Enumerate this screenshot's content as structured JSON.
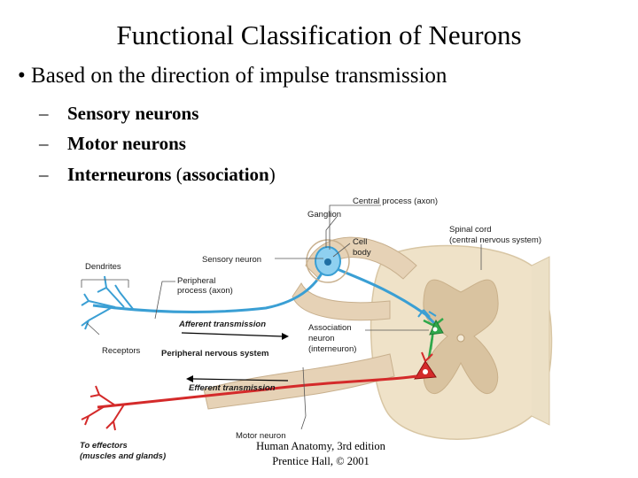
{
  "title": "Functional Classification of Neurons",
  "bullet": "Based on the direction of impulse transmission",
  "subitems": {
    "sensory": "Sensory neurons",
    "motor": "Motor neurons",
    "inter": "Interneurons",
    "inter_paren": "(association)"
  },
  "labels": {
    "central_process": "Central process (axon)",
    "ganglion": "Ganglion",
    "spinal_cord_1": "Spinal cord",
    "spinal_cord_2": "(central nervous system)",
    "cell_body_1": "Cell",
    "cell_body_2": "body",
    "dendrites": "Dendrites",
    "sensory_neuron": "Sensory neuron",
    "peripheral_1": "Peripheral",
    "peripheral_2": "process (axon)",
    "afferent": "Afferent transmission",
    "association_1": "Association",
    "association_2": "neuron",
    "association_3": "(interneuron)",
    "receptors": "Receptors",
    "pns": "Peripheral nervous system",
    "efferent": "Efferent transmission",
    "motor_neuron": "Motor neuron",
    "effectors_1": "To effectors",
    "effectors_2": "(muscles and glands)"
  },
  "credit": {
    "line1": "Human Anatomy, 3rd edition",
    "line2": "Prentice Hall, © 2001"
  },
  "colors": {
    "sensory": "#3a9fd4",
    "motor": "#d42a2a",
    "interneuron": "#2fa84a",
    "cord_white": "#efe2c8",
    "cord_gray": "#d9c3a0",
    "nerve": "#e6d2b6"
  }
}
